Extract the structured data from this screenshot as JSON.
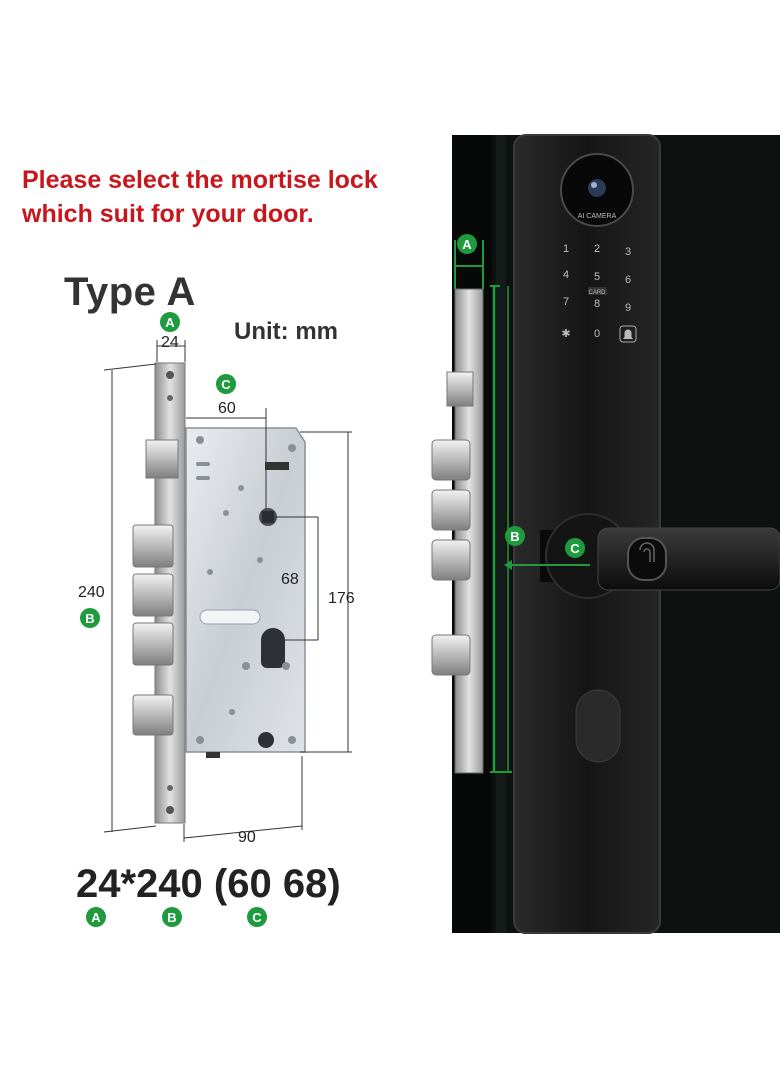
{
  "headline": {
    "line1": "Please select the mortise lock",
    "line2": "which suit for your door."
  },
  "type_title": "Type A",
  "unit_label": "Unit: mm",
  "badges": {
    "a": "A",
    "b": "B",
    "c": "C"
  },
  "dimensions": {
    "faceplate_width": "24",
    "backset": "60",
    "faceplate_length": "240",
    "handle_to_cylinder": "68",
    "case_height": "176",
    "case_depth": "90"
  },
  "spec": "24*240 (60 68)",
  "keypad": {
    "camera_label": "AI CAMERA",
    "keys": [
      "1",
      "2",
      "3",
      "4",
      "5",
      "6",
      "7",
      "8",
      "9",
      "✱",
      "0"
    ],
    "card_label": "CARD"
  },
  "colors": {
    "headline": "#c8161d",
    "badge": "#1f9a3e",
    "dimension_line": "#1f9a3e",
    "panel": "#1a1a1a",
    "door": "#0d1210"
  },
  "icons": [
    "bell-icon",
    "fingerprint-icon",
    "camera-icon"
  ]
}
